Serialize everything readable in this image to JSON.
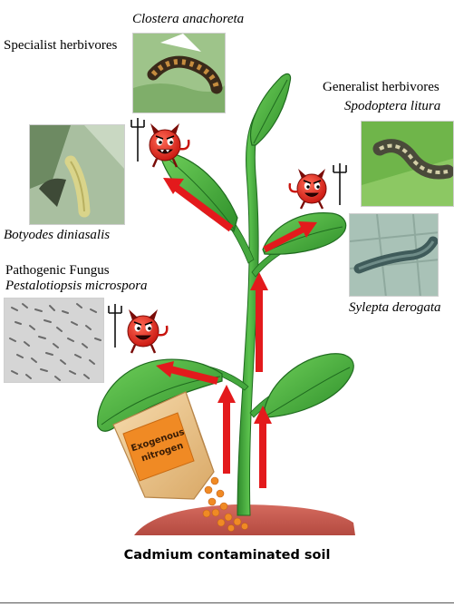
{
  "labels": {
    "specialist_heading": "Specialist herbivores",
    "specialist_species_1": "Clostera anachoreta",
    "specialist_species_2": "Botyodes diniasalis",
    "generalist_heading": "Generalist herbivores",
    "generalist_species_1": "Spodoptera litura",
    "generalist_species_2": "Sylepta derogata",
    "fungus_heading": "Pathogenic Fungus",
    "fungus_species": "Pestalotiopsis microspora",
    "fertilizer_bag_line_1": "Exogenous",
    "fertilizer_bag_line_2": "nitrogen",
    "soil": "Cadmium contaminated soil"
  },
  "colors": {
    "arrow": "#e31a1c",
    "leaf": "#3aa835",
    "leaf_dark": "#1f6b1f",
    "stem": "#3f9e3a",
    "soil": "#c85b50",
    "bag_label": "#f08a24",
    "devil": "#e0241b"
  },
  "icons": {
    "devil": "devil-icon",
    "pitchfork": "pitchfork-icon"
  }
}
